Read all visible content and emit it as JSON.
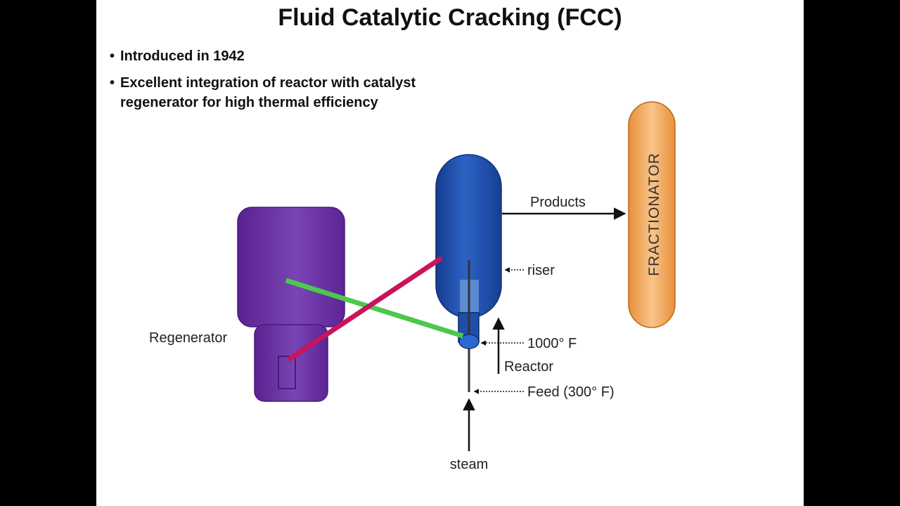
{
  "slide": {
    "title": "Fluid Catalytic Cracking (FCC)",
    "bullets": [
      {
        "marker": "•",
        "text": "Introduced in 1942"
      },
      {
        "marker": "•",
        "lines": [
          "Excellent integration of reactor with catalyst",
          "regenerator for high thermal efficiency"
        ]
      }
    ]
  },
  "diagram": {
    "labels": {
      "products": "Products",
      "fractionator": "FRACTIONATOR",
      "riser": "riser",
      "regenerator": "Regenerator",
      "temp": "1000° F",
      "reactor": "Reactor",
      "feed": "Feed (300° F)",
      "steam": "steam"
    },
    "colors": {
      "reactor_vessel": "#1f4fae",
      "regenerator": "#6a2fa0",
      "fractionator": "#f2a75a",
      "green_pipe": "#4cc94c",
      "red_pipe": "#c8145a"
    }
  }
}
